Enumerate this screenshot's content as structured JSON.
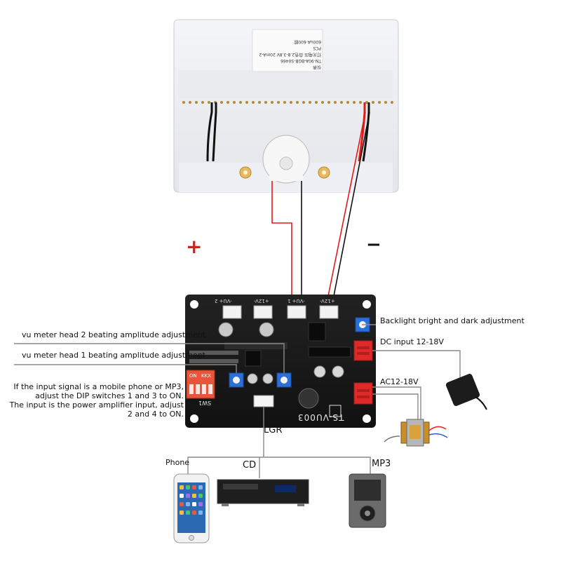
{
  "signs": {
    "plus": "+",
    "minus": "−"
  },
  "meter": {
    "label_lines": [
      "仪表",
      "TN-90A-BGB-S0466",
      "灯光电压 白色2.8-3.8V 20mA-2",
      "PCS",
      "600uA 600欧"
    ]
  },
  "board": {
    "model": "TS-VU003",
    "connectors": [
      "-VU+ 2",
      "+12V-",
      "-VU+ 1",
      "+12V-"
    ],
    "dip_text": [
      "ON",
      "KKX"
    ],
    "sw_text": "SW1"
  },
  "labels": {
    "backlight": "Backlight bright and dark adjustment",
    "dc_input": "DC input 12-18V",
    "ac_input": "AC12-18V",
    "head2": "vu meter head 2 beating amplitude adjustment",
    "head1": "vu meter head 1 beating amplitude adjustment",
    "dip_note": [
      "If the input signal is a mobile phone or MP3,",
      "adjust the DIP switches 1 and 3 to ON.",
      "The input is the power amplifier input, adjust",
      "2 and 4 to ON."
    ],
    "lgr": "LGR",
    "phone": "Phone",
    "cd": "CD",
    "mp3": "MP3"
  },
  "colors": {
    "red_wire": "#e11b1b",
    "black_wire": "#111111",
    "grey_line": "#8a8a8a",
    "pcb": "#1a1a1a"
  }
}
